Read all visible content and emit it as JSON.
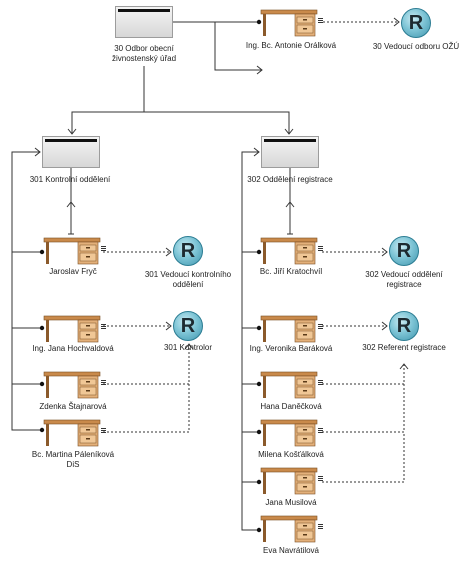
{
  "diagram": {
    "units": [
      {
        "id": "u30",
        "label": "30 Odbor obecní živnostenský úřad"
      },
      {
        "id": "u301",
        "label": "301 Kontrolní oddělení"
      },
      {
        "id": "u302",
        "label": "302 Oddělení registrace"
      }
    ],
    "people": [
      {
        "id": "p_oralek",
        "name": "Ing. Bc. Antonie Orálková"
      },
      {
        "id": "p_fryc",
        "name": "Jaroslav Fryč"
      },
      {
        "id": "p_hochvaldova",
        "name": "Ing. Jana Hochvaldová"
      },
      {
        "id": "p_stajnarova",
        "name": "Zdenka Štajnarová"
      },
      {
        "id": "p_palenikova",
        "name": "Bc. Martina Páleníková DiS"
      },
      {
        "id": "p_kratochvil",
        "name": "Bc. Jiří Kratochvíl"
      },
      {
        "id": "p_barakova",
        "name": "Ing. Veronika Baráková"
      },
      {
        "id": "p_daneckova",
        "name": "Hana Daněčková"
      },
      {
        "id": "p_kostalkova",
        "name": "Milena Košťálková"
      },
      {
        "id": "p_musilova",
        "name": "Jana Musilová"
      },
      {
        "id": "p_navratilova",
        "name": "Eva Navrátilová"
      }
    ],
    "roles": [
      {
        "id": "r30",
        "letter": "R",
        "label": "30 Vedoucí odboru OŽÚ"
      },
      {
        "id": "r301v",
        "letter": "R",
        "label": "301 Vedoucí kontrolního oddělení"
      },
      {
        "id": "r301k",
        "letter": "R",
        "label": "301 Kontrolor"
      },
      {
        "id": "r302v",
        "letter": "R",
        "label": "302 Vedoucí oddělení registrace"
      },
      {
        "id": "r302r",
        "letter": "R",
        "label": "302 Referent registrace"
      }
    ]
  },
  "colors": {
    "desk_top": "#c98a4b",
    "desk_body": "#e3b07a",
    "role_circle": "#7fc5d6",
    "line": "#333333"
  }
}
